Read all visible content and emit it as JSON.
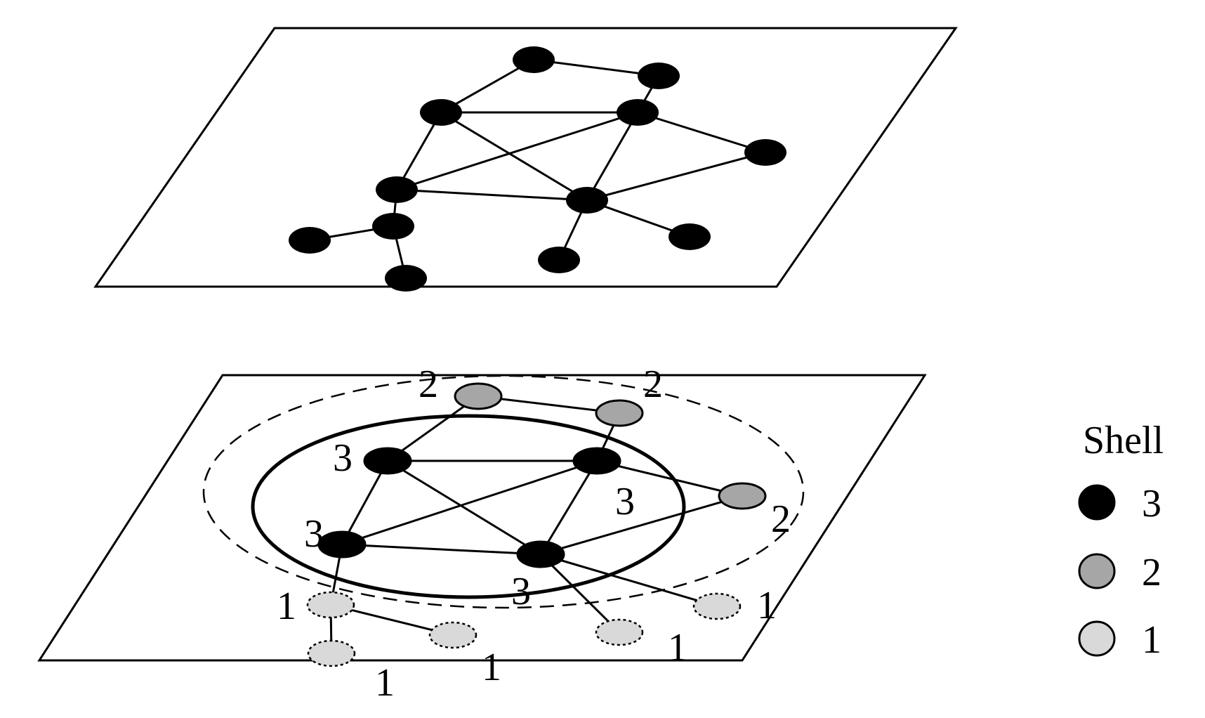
{
  "legend": {
    "title": "Shell",
    "items": [
      {
        "label": "3",
        "shell": 3
      },
      {
        "label": "2",
        "shell": 2
      },
      {
        "label": "1",
        "shell": 1
      }
    ]
  },
  "shell_colors": {
    "3": "#000000",
    "2": "#a6a6a6",
    "1": "#d9d9d9"
  },
  "top_network": {
    "nodes": [
      "t1",
      "t2",
      "t3",
      "t4",
      "t5",
      "t6",
      "t7",
      "t8",
      "t9",
      "t10",
      "t11",
      "t12"
    ],
    "edges": [
      [
        "t1",
        "t2"
      ],
      [
        "t1",
        "t3"
      ],
      [
        "t2",
        "t4"
      ],
      [
        "t3",
        "t4"
      ],
      [
        "t3",
        "t6"
      ],
      [
        "t3",
        "t7"
      ],
      [
        "t4",
        "t5"
      ],
      [
        "t4",
        "t6"
      ],
      [
        "t4",
        "t7"
      ],
      [
        "t5",
        "t7"
      ],
      [
        "t6",
        "t7"
      ],
      [
        "t6",
        "t8"
      ],
      [
        "t8",
        "t9"
      ],
      [
        "t8",
        "t10"
      ],
      [
        "t7",
        "t11"
      ],
      [
        "t7",
        "t12"
      ]
    ]
  },
  "bottom_network": {
    "nodes": [
      {
        "id": "b1",
        "shell": 2,
        "label": "2"
      },
      {
        "id": "b2",
        "shell": 2,
        "label": "2"
      },
      {
        "id": "b3",
        "shell": 3,
        "label": "3"
      },
      {
        "id": "b4",
        "shell": 3,
        "label": "3"
      },
      {
        "id": "b5",
        "shell": 2,
        "label": "2"
      },
      {
        "id": "b6",
        "shell": 3,
        "label": "3"
      },
      {
        "id": "b7",
        "shell": 3,
        "label": "3"
      },
      {
        "id": "b8",
        "shell": 1,
        "label": "1"
      },
      {
        "id": "b9",
        "shell": 1,
        "label": "1"
      },
      {
        "id": "b10",
        "shell": 1,
        "label": "1"
      },
      {
        "id": "b11",
        "shell": 1,
        "label": "1"
      },
      {
        "id": "b12",
        "shell": 1,
        "label": "1"
      }
    ],
    "edges": [
      [
        "b1",
        "b2"
      ],
      [
        "b1",
        "b3"
      ],
      [
        "b2",
        "b4"
      ],
      [
        "b3",
        "b4"
      ],
      [
        "b3",
        "b6"
      ],
      [
        "b3",
        "b7"
      ],
      [
        "b4",
        "b5"
      ],
      [
        "b4",
        "b6"
      ],
      [
        "b4",
        "b7"
      ],
      [
        "b5",
        "b7"
      ],
      [
        "b6",
        "b7"
      ],
      [
        "b6",
        "b8"
      ],
      [
        "b8",
        "b9"
      ],
      [
        "b8",
        "b10"
      ],
      [
        "b7",
        "b11"
      ],
      [
        "b7",
        "b12"
      ]
    ]
  }
}
